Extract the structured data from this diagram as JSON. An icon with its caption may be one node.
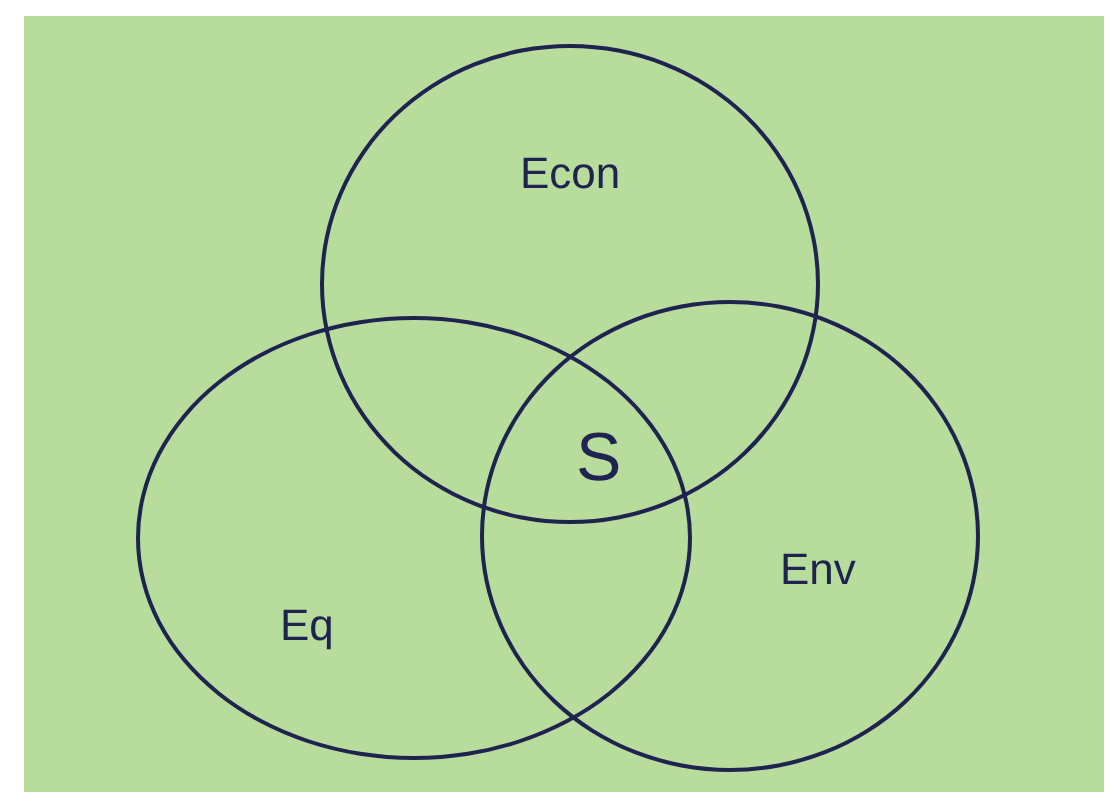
{
  "diagram": {
    "nodes": [
      {
        "text": [
          "Econ"
        ]
      },
      {
        "text": [
          "Eq"
        ]
      },
      {
        "text": [
          "Env"
        ]
      }
    ],
    "labels": [
      "S"
    ]
  }
}
